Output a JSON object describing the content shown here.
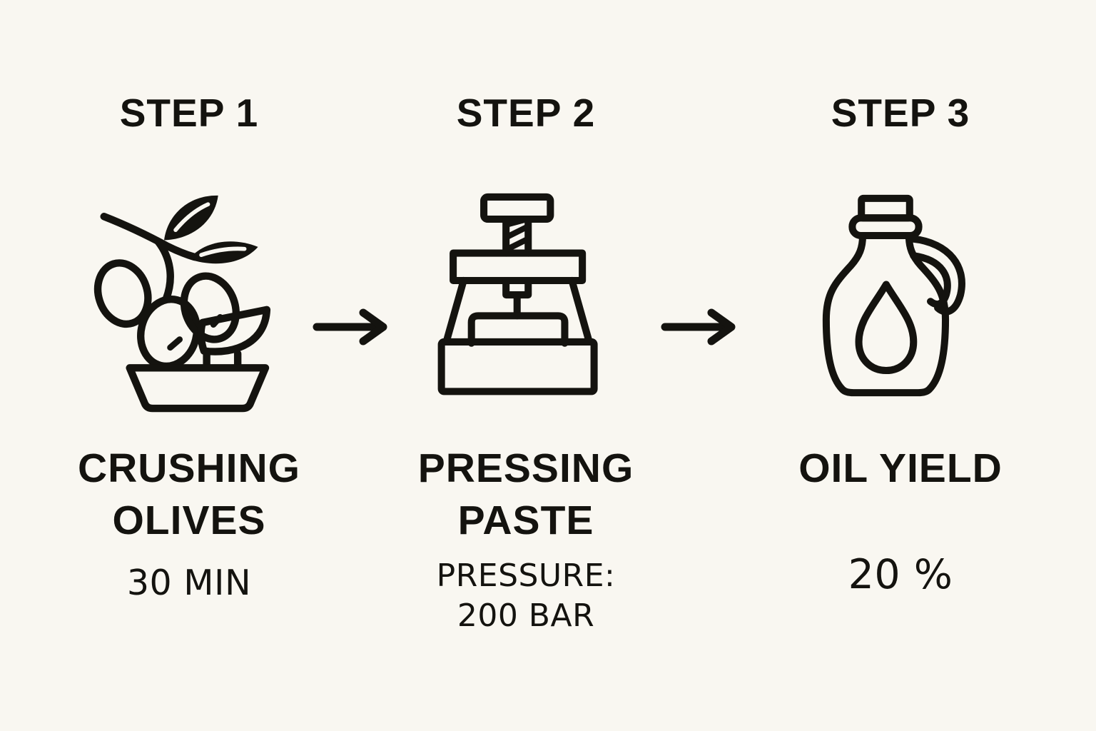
{
  "colors": {
    "background": "#f9f7f1",
    "ink": "#14130f"
  },
  "steps": [
    {
      "label": "STEP 1",
      "icon": "olive-branch-bowl-icon",
      "title_lines": [
        "CRUSHING",
        "OLIVES"
      ],
      "detail_lines": [
        "30 MIN"
      ]
    },
    {
      "label": "STEP 2",
      "icon": "olive-press-icon",
      "title_lines": [
        "PRESSING",
        "PASTE"
      ],
      "detail_lines": [
        "PRESSURE:",
        "200 BAR"
      ]
    },
    {
      "label": "STEP 3",
      "icon": "oil-jug-icon",
      "title_lines": [
        "OIL YIELD"
      ],
      "detail_lines": [
        "20 %"
      ]
    }
  ],
  "arrows": [
    {
      "icon": "right-arrow-icon"
    },
    {
      "icon": "right-arrow-icon"
    }
  ]
}
